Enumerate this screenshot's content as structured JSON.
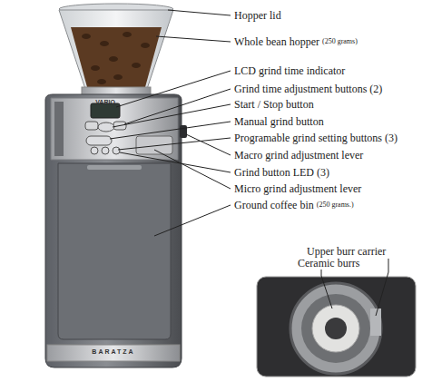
{
  "diagram": {
    "labels": [
      "Hopper lid",
      "Whole bean hopper",
      "(250 grams)",
      "LCD grind time indicator",
      "Grind time adjustment buttons (2)",
      "Start / Stop button",
      "Manual grind button",
      "Programable grind setting buttons (3)",
      "Macro grind adjustment lever",
      "Grind button LED (3)",
      "Micro grind adjustment lever",
      "Ground coffee bin",
      "(250 grams.)",
      "Upper burr carrier",
      "Ceramic burrs",
      "VARIO",
      "BARATZA"
    ]
  }
}
